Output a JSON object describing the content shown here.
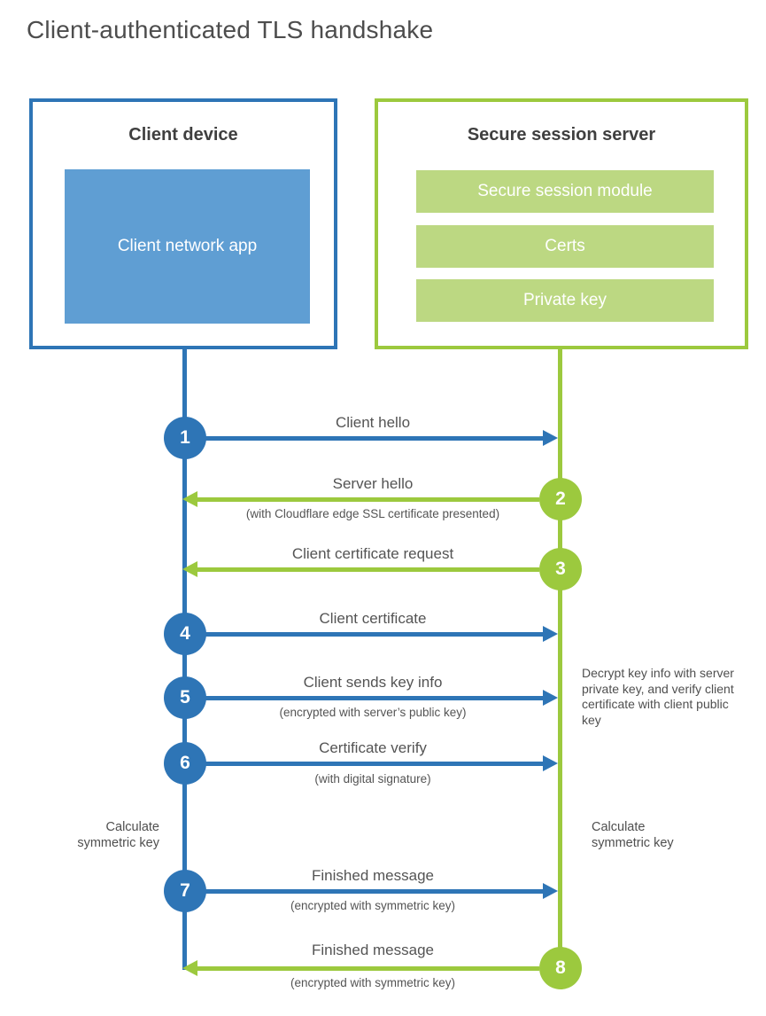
{
  "title": "Client-authenticated TLS handshake",
  "colors": {
    "blue": "#2e75b6",
    "blue_fill": "#5f9ed3",
    "green": "#9cc93e",
    "green_fill": "#bcd882",
    "heading_text": "#3f3f3f",
    "label_text": "#545454"
  },
  "client": {
    "heading": "Client device",
    "app_label": "Client network app"
  },
  "server": {
    "heading": "Secure session server",
    "modules": [
      "Secure session module",
      "Certs",
      "Private key"
    ]
  },
  "steps": [
    {
      "num": "1",
      "label": "Client hello",
      "sub": "",
      "direction": "client-to-server",
      "color": "blue"
    },
    {
      "num": "2",
      "label": "Server hello",
      "sub": "(with Cloudflare edge SSL certificate presented)",
      "direction": "server-to-client",
      "color": "green"
    },
    {
      "num": "3",
      "label": "Client certificate request",
      "sub": "",
      "direction": "server-to-client",
      "color": "green"
    },
    {
      "num": "4",
      "label": "Client certificate",
      "sub": "",
      "direction": "client-to-server",
      "color": "blue"
    },
    {
      "num": "5",
      "label": "Client sends key info",
      "sub": "(encrypted with server’s public key)",
      "direction": "client-to-server",
      "color": "blue"
    },
    {
      "num": "6",
      "label": "Certificate verify",
      "sub": "(with digital signature)",
      "direction": "client-to-server",
      "color": "blue"
    },
    {
      "num": "7",
      "label": "Finished message",
      "sub": "(encrypted with symmetric key)",
      "direction": "client-to-server",
      "color": "blue"
    },
    {
      "num": "8",
      "label": "Finished message",
      "sub": "(encrypted with symmetric key)",
      "direction": "server-to-client",
      "color": "green"
    }
  ],
  "annotations": {
    "server_note": "Decrypt key info with server private key, and verify client certificate with client public key",
    "client_calc": "Calculate symmetric key",
    "server_calc": "Calculate symmetric key"
  }
}
